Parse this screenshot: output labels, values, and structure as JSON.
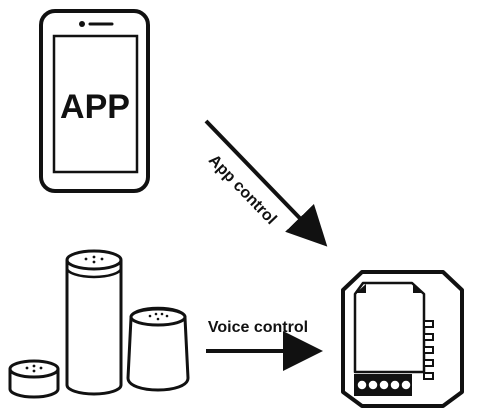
{
  "phone": {
    "screen_text": "APP",
    "icon": "smartphone-icon"
  },
  "app_control": {
    "label": "App control"
  },
  "voice_control": {
    "label": "Voice control"
  },
  "speakers": {
    "icons": [
      "flat-puck-speaker-icon",
      "tall-cylinder-speaker-icon",
      "small-dome-speaker-icon"
    ]
  },
  "device": {
    "icon": "smart-switch-module-icon"
  },
  "colors": {
    "stroke": "#111111",
    "background": "#ffffff"
  }
}
